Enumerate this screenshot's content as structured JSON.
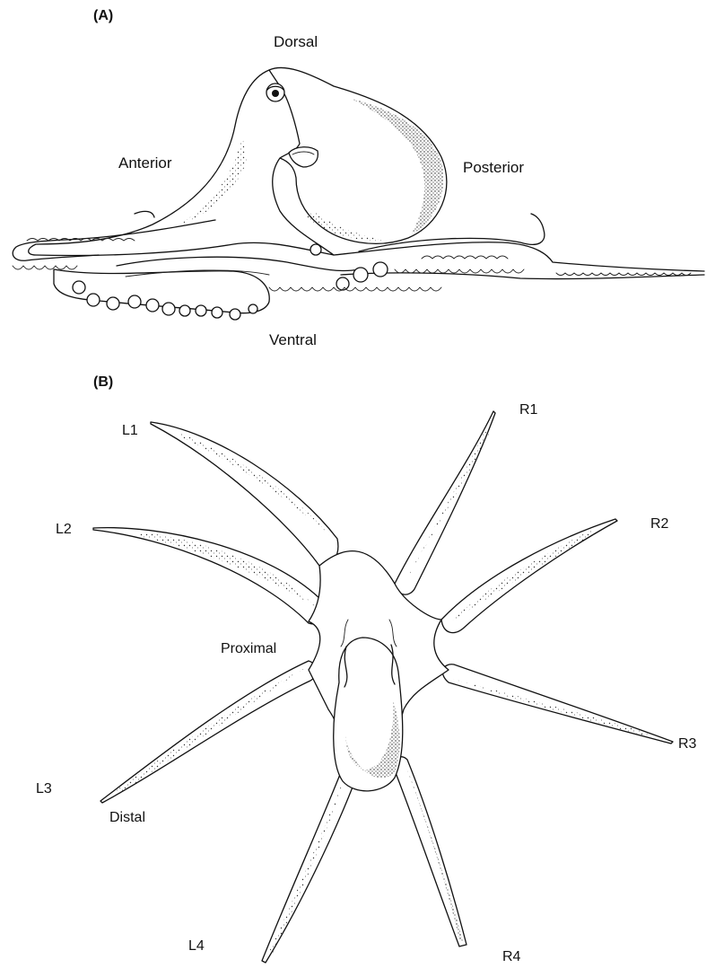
{
  "panels": {
    "a": {
      "label": "(A)",
      "orientation": {
        "dorsal": "Dorsal",
        "ventral": "Ventral",
        "anterior": "Anterior",
        "posterior": "Posterior"
      }
    },
    "b": {
      "label": "(B)",
      "arms": {
        "l1": "L1",
        "l2": "L2",
        "l3": "L3",
        "l4": "L4",
        "r1": "R1",
        "r2": "R2",
        "r3": "R3",
        "r4": "R4"
      },
      "axis": {
        "proximal": "Proximal",
        "distal": "Distal"
      }
    }
  }
}
